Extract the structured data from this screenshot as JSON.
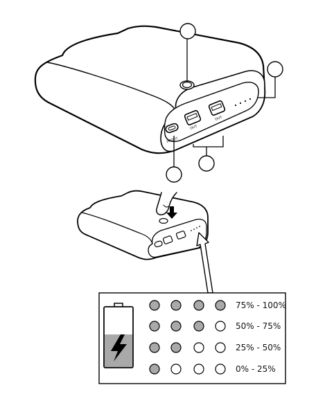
{
  "device": {
    "port_labels": {
      "usb_c": "IN/OUT",
      "usb_a_1": "OUT",
      "usb_a_2": "OUT"
    }
  },
  "callouts": [
    "",
    "",
    "",
    ""
  ],
  "battery_levels": {
    "rows": [
      {
        "label": "75% - 100%",
        "filled": 4
      },
      {
        "label": "50% - 75%",
        "filled": 3
      },
      {
        "label": "25% - 50%",
        "filled": 2
      },
      {
        "label": "0% - 25%",
        "filled": 1
      }
    ],
    "led_count": 4,
    "battery_icon_fill_level": 0.55,
    "colors": {
      "led_on": "#a9a9a9",
      "led_off": "#ffffff",
      "battery_fill": "#a9a9a9"
    }
  }
}
